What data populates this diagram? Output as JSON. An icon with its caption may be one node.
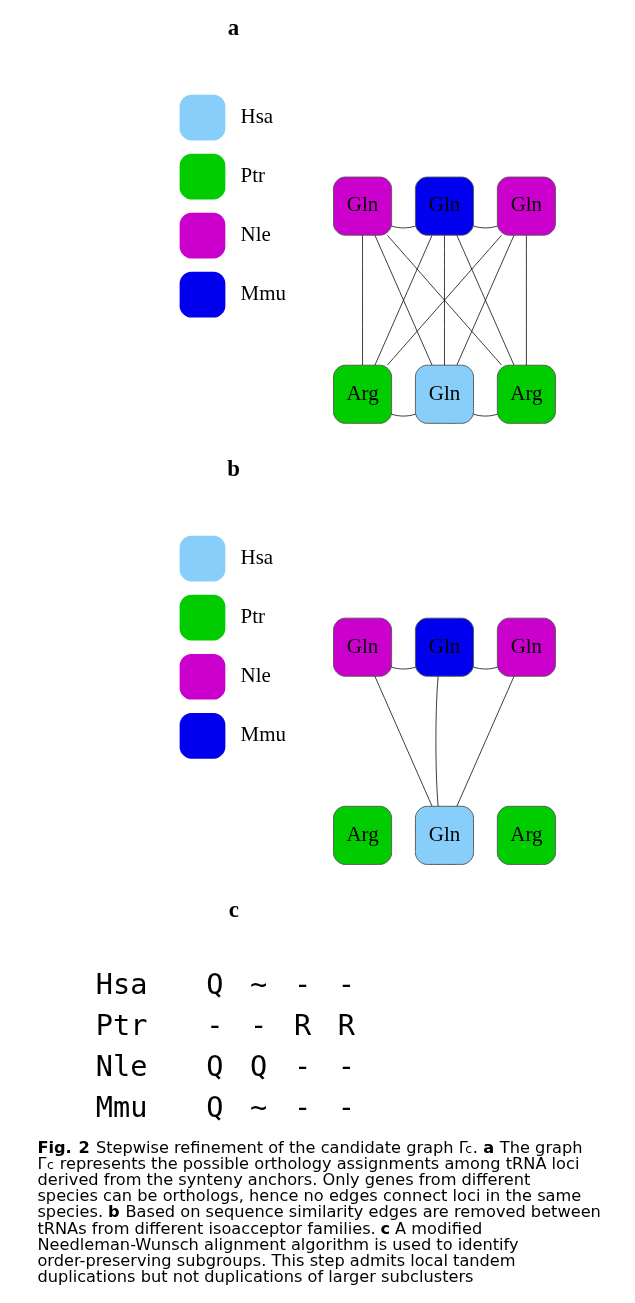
{
  "diagram": {
    "caption": "**Fig. 2** Stepwise refinement of the candidate graph Γ$_{c}$. **a** The graph Γ$_{c}$ represents the possible orthology assignments among tRNA loci derived from the synteny anchors. Only genes from different species can be orthologs, hence no edges connect loci in the same species. **b** Based on sequence similarity edges are removed between tRNAs from different isoacceptor families. **c** A modified Needleman-Wunsch alignment algorithm is used to identify order-preserving subgroups. This step admits local tandem duplications but not duplications of larger subclusters",
    "nodes": [
      {
        "text": [
          "Gln"
        ]
      },
      {
        "text": [
          "Gln"
        ]
      },
      {
        "text": [
          "Gln"
        ]
      },
      {
        "text": [
          "Arg"
        ]
      },
      {
        "text": [
          "Gln"
        ]
      },
      {
        "text": [
          "Arg"
        ]
      },
      {
        "text": [
          "Gln"
        ]
      },
      {
        "text": [
          "Gln"
        ]
      },
      {
        "text": [
          "Gln"
        ]
      },
      {
        "text": [
          "Arg"
        ]
      },
      {
        "text": [
          "Gln"
        ]
      },
      {
        "text": [
          "Arg"
        ]
      }
    ],
    "edges": [
      {
        "from": 0,
        "to": 1,
        "arrow": "none"
      },
      {
        "from": 1,
        "to": 2,
        "arrow": "none"
      },
      {
        "from": 3,
        "to": 4,
        "arrow": "none"
      },
      {
        "from": 4,
        "to": 5,
        "arrow": "none"
      },
      {
        "from": 0,
        "to": 3,
        "arrow": "none"
      },
      {
        "from": 0,
        "to": 4,
        "arrow": "none"
      },
      {
        "from": 0,
        "to": 5,
        "arrow": "none"
      },
      {
        "from": 1,
        "to": 3,
        "arrow": "none"
      },
      {
        "from": 1,
        "to": 4,
        "arrow": "none"
      },
      {
        "from": 1,
        "to": 5,
        "arrow": "none"
      },
      {
        "from": 2,
        "to": 3,
        "arrow": "none"
      },
      {
        "from": 2,
        "to": 4,
        "arrow": "none"
      },
      {
        "from": 2,
        "to": 5,
        "arrow": "none"
      },
      {
        "from": 6,
        "to": 7,
        "arrow": "none"
      },
      {
        "from": 7,
        "to": 8,
        "arrow": "none"
      },
      {
        "from": 6,
        "to": 10,
        "arrow": "none"
      },
      {
        "from": 7,
        "to": 10,
        "arrow": "none"
      },
      {
        "from": 8,
        "to": 10,
        "arrow": "none"
      }
    ],
    "labels": [
      "a",
      "b",
      "c",
      "Hsa",
      "Q",
      "~",
      "-",
      "-",
      "Ptr",
      "-",
      "-",
      "R",
      "R",
      "Nle",
      "Q",
      "Q",
      "-",
      "-",
      "Mmu",
      "Q",
      "~",
      "-",
      "-"
    ],
    "legend": [
      {
        "text": "Hsa",
        "color": "#87cefa"
      },
      {
        "text": "Ptr",
        "color": "#00cc00"
      },
      {
        "text": "Nle",
        "color": "#cc00cc"
      },
      {
        "text": "Mmu",
        "color": "#0000ee"
      },
      {
        "text": "Hsa",
        "color": "#87cefa"
      },
      {
        "text": "Ptr",
        "color": "#00cc00"
      },
      {
        "text": "Nle",
        "color": "#cc00cc"
      },
      {
        "text": "Mmu",
        "color": "#0000ee"
      }
    ]
  }
}
